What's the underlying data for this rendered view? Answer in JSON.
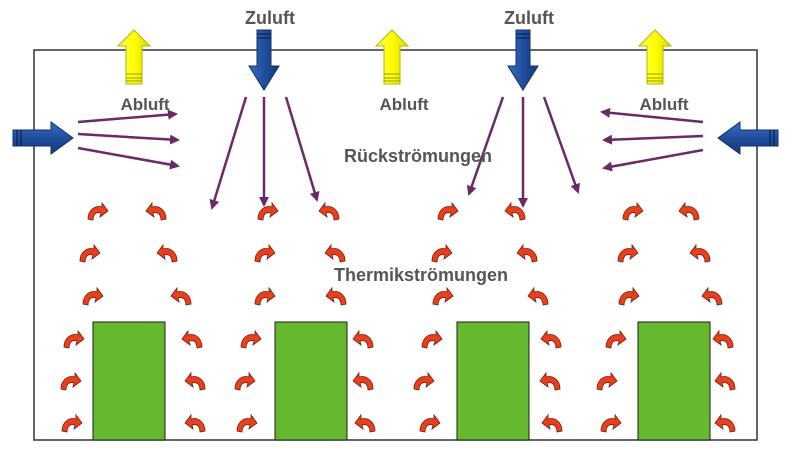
{
  "labels": {
    "zuluft_left": "Zuluft",
    "zuluft_right": "Zuluft",
    "abluft_left": "Abluft",
    "abluft_center": "Abluft",
    "abluft_right": "Abluft",
    "rueckstroemungen": "Rückströmungen",
    "thermikstroemungen": "Thermikströmungen"
  },
  "colors": {
    "room_border": "#333333",
    "machine_fill": "#66b82e",
    "supply_arrow": "#1f4e9c",
    "exhaust_arrow": "#ffff33",
    "return_line": "#6a2a6a",
    "thermal_arrow": "#e8401c",
    "label_text": "#555555"
  },
  "icons": {
    "supply": "blue-block-arrow-icon",
    "exhaust": "yellow-block-arrow-icon",
    "return": "purple-line-arrow-icon",
    "thermal": "red-curved-arrow-icon"
  }
}
